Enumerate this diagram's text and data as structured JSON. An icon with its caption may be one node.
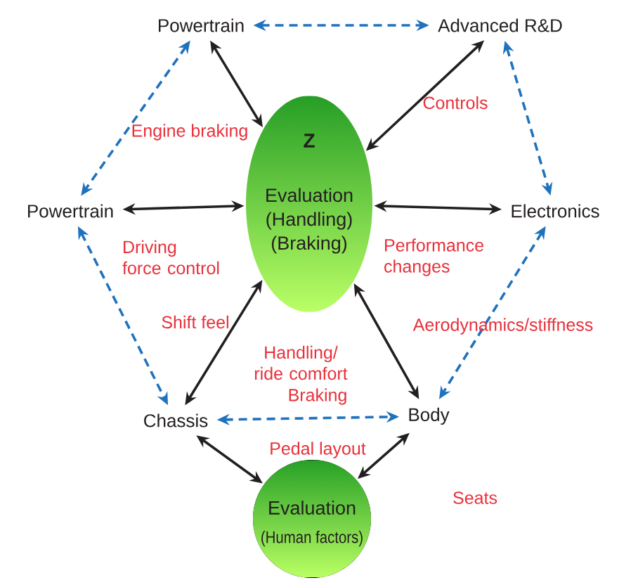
{
  "diagram": {
    "nodes": [
      {
        "text": [
          "Powertrain"
        ]
      },
      {
        "text": [
          "Advanced R&D"
        ]
      },
      {
        "text": [
          "Z",
          "Evaluation (Handling) (Braking)"
        ]
      },
      {
        "text": [
          "Powertrain"
        ]
      },
      {
        "text": [
          "Electronics"
        ]
      },
      {
        "text": [
          "Chassis"
        ]
      },
      {
        "text": [
          "Body"
        ]
      },
      {
        "text": [
          "Evaluation",
          "(Human factors)"
        ]
      }
    ],
    "edges": [
      {
        "from": 0,
        "to": 1,
        "arrow": "both",
        "style": "dashed",
        "color": "#1f72bd"
      },
      {
        "from": 0,
        "to": 2,
        "arrow": "both"
      },
      {
        "from": 1,
        "to": 2,
        "arrow": "both"
      },
      {
        "from": 0,
        "to": 3,
        "arrow": "both",
        "style": "dashed",
        "color": "#1f72bd"
      },
      {
        "from": 1,
        "to": 4,
        "arrow": "both",
        "style": "dashed",
        "color": "#1f72bd"
      },
      {
        "from": 3,
        "to": 2,
        "arrow": "both"
      },
      {
        "from": 2,
        "to": 4,
        "arrow": "both"
      },
      {
        "from": 3,
        "to": 5,
        "arrow": "both",
        "style": "dashed",
        "color": "#1f72bd"
      },
      {
        "from": 4,
        "to": 6,
        "arrow": "both",
        "style": "dashed",
        "color": "#1f72bd"
      },
      {
        "from": 2,
        "to": 5,
        "arrow": "both"
      },
      {
        "from": 2,
        "to": 6,
        "arrow": "both"
      },
      {
        "from": 5,
        "to": 6,
        "arrow": "both",
        "style": "dashed",
        "color": "#1f72bd"
      },
      {
        "from": 5,
        "to": 7,
        "arrow": "both"
      },
      {
        "from": 6,
        "to": 7,
        "arrow": "both"
      }
    ],
    "labels": [
      "Controls",
      "Engine braking",
      "Driving force control",
      "Performance changes",
      "Shift feel",
      "Aerodynamics/stiffness",
      "Handling/ ride comfort",
      "Braking",
      "Pedal layout",
      "Seats"
    ]
  }
}
